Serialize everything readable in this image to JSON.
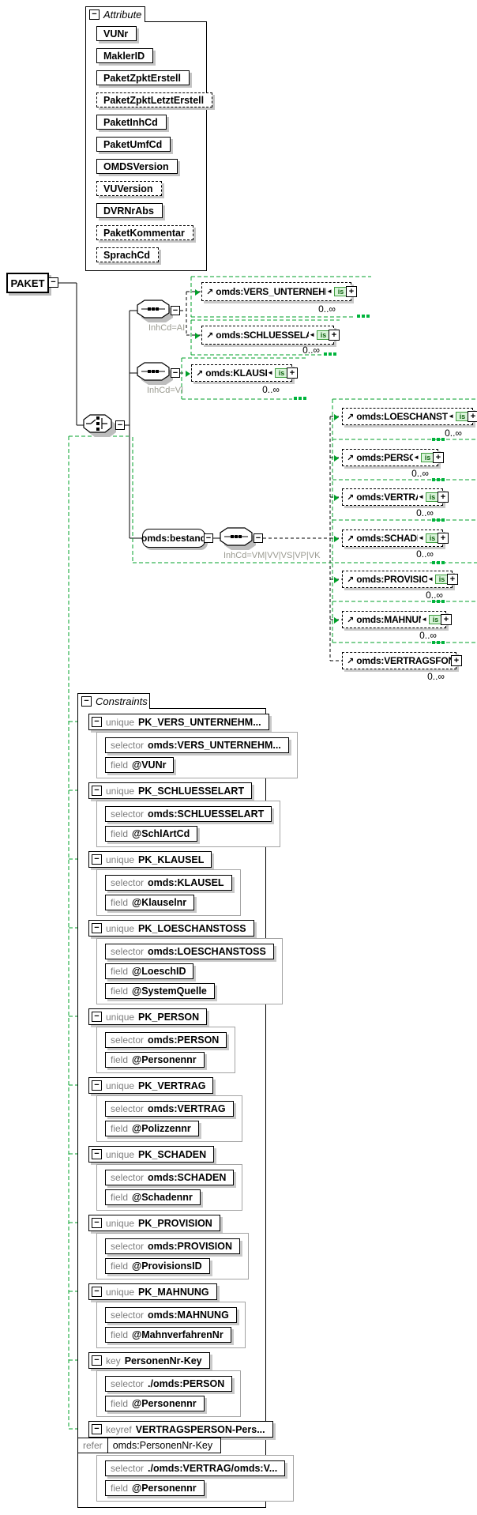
{
  "icons": {
    "ref_arrow": "↗",
    "left_arrow": "◄",
    "is_badge": "is",
    "plus": "+",
    "minus": "−"
  },
  "colors": {
    "highlight_green": "#00a028",
    "highlight_green_dots": "#00b43c",
    "shadow_gray": "#c9c9c9"
  },
  "root": {
    "label": "PAKET"
  },
  "attributes_panel": {
    "title": "Attribute",
    "items": [
      {
        "label": "VUNr",
        "optional": false
      },
      {
        "label": "MaklerID",
        "optional": false
      },
      {
        "label": "PaketZpktErstell",
        "optional": false
      },
      {
        "label": "PaketZpktLetztErstell",
        "optional": true
      },
      {
        "label": "PaketInhCd",
        "optional": false
      },
      {
        "label": "PaketUmfCd",
        "optional": false
      },
      {
        "label": "OMDSVersion",
        "optional": false
      },
      {
        "label": "VUVersion",
        "optional": true
      },
      {
        "label": "DVRNrAbs",
        "optional": false
      },
      {
        "label": "PaketKommentar",
        "optional": true
      },
      {
        "label": "SprachCd",
        "optional": true
      }
    ]
  },
  "tree": {
    "branch_ai": {
      "condition": "InhCd=AI",
      "children": [
        {
          "label": "omds:VERS_UNTERNEHMEN",
          "occurrence": "0..∞"
        },
        {
          "label": "omds:SCHLUESSELART",
          "occurrence": "0..∞"
        }
      ]
    },
    "branch_vi": {
      "condition": "InhCd=VI",
      "children": [
        {
          "label": "omds:KLAUSEL",
          "occurrence": "0..∞"
        }
      ]
    },
    "branch_bestand": {
      "element": "omds:bestand",
      "condition": "InhCd=VM|VV|VS|VP|VK",
      "children": [
        {
          "label": "omds:LOESCHANSTOSS",
          "occurrence": "0..∞"
        },
        {
          "label": "omds:PERSON",
          "occurrence": "0..∞"
        },
        {
          "label": "omds:VERTRAG",
          "occurrence": "0..∞"
        },
        {
          "label": "omds:SCHADEN",
          "occurrence": "0..∞"
        },
        {
          "label": "omds:PROVISION",
          "occurrence": "0..∞"
        },
        {
          "label": "omds:MAHNUNG",
          "occurrence": "0..∞"
        },
        {
          "label": "omds:VERTRAGSFONDS",
          "occurrence": "0..∞"
        }
      ]
    }
  },
  "constraints_panel": {
    "title": "Constraints",
    "row_labels": {
      "selector": "selector",
      "field": "field",
      "refer": "refer"
    },
    "items": [
      {
        "kind": "unique",
        "name": "PK_VERS_UNTERNEHM...",
        "selector": "omds:VERS_UNTERNEHM...",
        "fields": [
          "@VUNr"
        ]
      },
      {
        "kind": "unique",
        "name": "PK_SCHLUESSELART",
        "selector": "omds:SCHLUESSELART",
        "fields": [
          "@SchlArtCd"
        ]
      },
      {
        "kind": "unique",
        "name": "PK_KLAUSEL",
        "selector": "omds:KLAUSEL",
        "fields": [
          "@Klauselnr"
        ]
      },
      {
        "kind": "unique",
        "name": "PK_LOESCHANSTOSS",
        "selector": "omds:LOESCHANSTOSS",
        "fields": [
          "@LoeschID",
          "@SystemQuelle"
        ]
      },
      {
        "kind": "unique",
        "name": "PK_PERSON",
        "selector": "omds:PERSON",
        "fields": [
          "@Personennr"
        ]
      },
      {
        "kind": "unique",
        "name": "PK_VERTRAG",
        "selector": "omds:VERTRAG",
        "fields": [
          "@Polizzennr"
        ]
      },
      {
        "kind": "unique",
        "name": "PK_SCHADEN",
        "selector": "omds:SCHADEN",
        "fields": [
          "@Schadennr"
        ]
      },
      {
        "kind": "unique",
        "name": "PK_PROVISION",
        "selector": "omds:PROVISION",
        "fields": [
          "@ProvisionsID"
        ]
      },
      {
        "kind": "unique",
        "name": "PK_MAHNUNG",
        "selector": "omds:MAHNUNG",
        "fields": [
          "@MahnverfahrenNr"
        ]
      },
      {
        "kind": "key",
        "name": "PersonenNr-Key",
        "selector": "./omds:PERSON",
        "fields": [
          "@Personennr"
        ]
      },
      {
        "kind": "keyref",
        "name": "VERTRAGSPERSON-Pers...",
        "refer": "omds:PersonenNr-Key",
        "selector": "./omds:VERTRAG/omds:V...",
        "fields": [
          "@Personennr"
        ]
      }
    ]
  }
}
